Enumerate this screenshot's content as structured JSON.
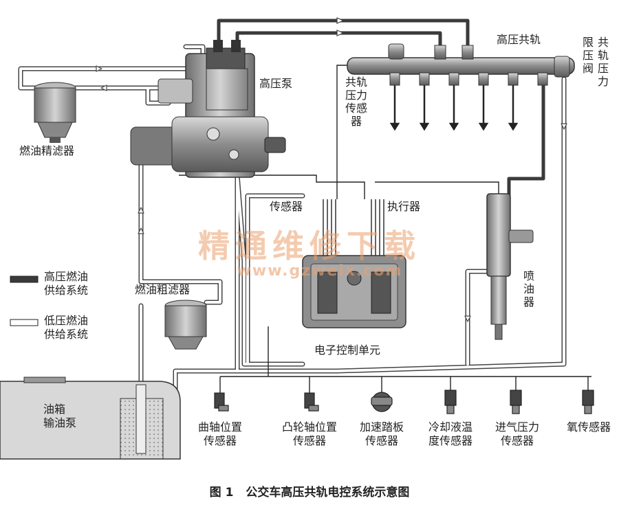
{
  "labels": {
    "high_pressure_pump": "高压泵",
    "common_rail": "高压共轨",
    "pressure_limit_valve": "限压阀",
    "rail_pressure_type": "共轨压力",
    "rail_pressure_sensor": "共轨压力传感器",
    "fine_filter": "燃油精滤器",
    "coarse_filter": "燃油粗滤器",
    "sensor": "传感器",
    "actuator": "执行器",
    "ecu": "电子控制单元",
    "injector": "喷油器",
    "tank_line1": "油箱",
    "tank_line2": "输油泵"
  },
  "legend": {
    "high_line1": "高压燃油",
    "high_line2": "供给系统",
    "low_line1": "低压燃油",
    "low_line2": "供给系统"
  },
  "sensors": [
    {
      "line1": "曲轴位置",
      "line2": "传感器"
    },
    {
      "line1": "凸轮轴位置",
      "line2": "传感器"
    },
    {
      "line1": "加速踏板",
      "line2": "传感器"
    },
    {
      "line1": "冷却液温",
      "line2": "度传感器"
    },
    {
      "line1": "进气压力",
      "line2": "传感器"
    },
    {
      "line1": "氧传感器",
      "line2": ""
    }
  ],
  "watermark": {
    "text": "精通维修下载",
    "url": "www.gzweix.com"
  },
  "caption": {
    "figure": "图 1",
    "title": "公交车高压共轨电控系统示意图"
  },
  "colors": {
    "high_pressure_line": "#3a3a3a",
    "low_pressure_line": "#ffffff",
    "component_gray": "#9a9a9a",
    "watermark": "#eba06e"
  }
}
